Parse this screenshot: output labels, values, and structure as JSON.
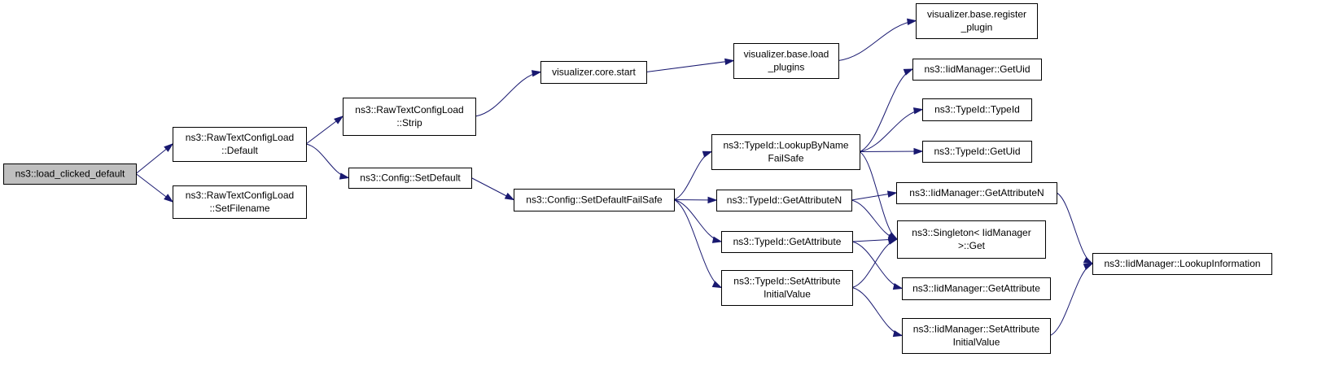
{
  "diagram": {
    "type": "call-graph",
    "nodes": [
      {
        "id": "load_clicked_default",
        "lines": [
          "ns3::load_clicked_default"
        ],
        "highlight": true
      },
      {
        "id": "rtcl_default",
        "lines": [
          "ns3::RawTextConfigLoad",
          "::Default"
        ]
      },
      {
        "id": "rtcl_setfilename",
        "lines": [
          "ns3::RawTextConfigLoad",
          "::SetFilename"
        ]
      },
      {
        "id": "rtcl_strip",
        "lines": [
          "ns3::RawTextConfigLoad",
          "::Strip"
        ]
      },
      {
        "id": "config_setdefault",
        "lines": [
          "ns3::Config::SetDefault"
        ]
      },
      {
        "id": "vis_core_start",
        "lines": [
          "visualizer.core.start"
        ]
      },
      {
        "id": "vis_load_plugins",
        "lines": [
          "visualizer.base.load",
          "_plugins"
        ]
      },
      {
        "id": "vis_register_plugin",
        "lines": [
          "visualizer.base.register",
          "_plugin"
        ]
      },
      {
        "id": "config_setdefaultfailsafe",
        "lines": [
          "ns3::Config::SetDefaultFailSafe"
        ]
      },
      {
        "id": "typeid_lookupbyname",
        "lines": [
          "ns3::TypeId::LookupByName",
          "FailSafe"
        ]
      },
      {
        "id": "typeid_getattributen",
        "lines": [
          "ns3::TypeId::GetAttributeN"
        ]
      },
      {
        "id": "typeid_getattribute",
        "lines": [
          "ns3::TypeId::GetAttribute"
        ]
      },
      {
        "id": "typeid_setattrinit",
        "lines": [
          "ns3::TypeId::SetAttribute",
          "InitialValue"
        ]
      },
      {
        "id": "iid_getuid",
        "lines": [
          "ns3::IidManager::GetUid"
        ]
      },
      {
        "id": "typeid_typeid",
        "lines": [
          "ns3::TypeId::TypeId"
        ]
      },
      {
        "id": "typeid_getuid",
        "lines": [
          "ns3::TypeId::GetUid"
        ]
      },
      {
        "id": "iid_getattributen",
        "lines": [
          "ns3::IidManager::GetAttributeN"
        ]
      },
      {
        "id": "singleton_get",
        "lines": [
          "ns3::Singleton< IidManager",
          ">::Get"
        ]
      },
      {
        "id": "iid_getattribute",
        "lines": [
          "ns3::IidManager::GetAttribute"
        ]
      },
      {
        "id": "iid_setattrinit",
        "lines": [
          "ns3::IidManager::SetAttribute",
          "InitialValue"
        ]
      },
      {
        "id": "iid_lookupinfo",
        "lines": [
          "ns3::IidManager::LookupInformation"
        ]
      }
    ],
    "edges": [
      {
        "from": "load_clicked_default",
        "to": "rtcl_default"
      },
      {
        "from": "load_clicked_default",
        "to": "rtcl_setfilename"
      },
      {
        "from": "rtcl_default",
        "to": "rtcl_strip"
      },
      {
        "from": "rtcl_default",
        "to": "config_setdefault"
      },
      {
        "from": "rtcl_strip",
        "to": "vis_core_start"
      },
      {
        "from": "vis_core_start",
        "to": "vis_load_plugins"
      },
      {
        "from": "vis_load_plugins",
        "to": "vis_register_plugin"
      },
      {
        "from": "config_setdefault",
        "to": "config_setdefaultfailsafe"
      },
      {
        "from": "config_setdefaultfailsafe",
        "to": "typeid_lookupbyname"
      },
      {
        "from": "config_setdefaultfailsafe",
        "to": "typeid_getattributen"
      },
      {
        "from": "config_setdefaultfailsafe",
        "to": "typeid_getattribute"
      },
      {
        "from": "config_setdefaultfailsafe",
        "to": "typeid_setattrinit"
      },
      {
        "from": "typeid_lookupbyname",
        "to": "iid_getuid"
      },
      {
        "from": "typeid_lookupbyname",
        "to": "typeid_typeid"
      },
      {
        "from": "typeid_lookupbyname",
        "to": "typeid_getuid"
      },
      {
        "from": "typeid_lookupbyname",
        "to": "singleton_get"
      },
      {
        "from": "typeid_getattributen",
        "to": "iid_getattributen"
      },
      {
        "from": "typeid_getattributen",
        "to": "singleton_get"
      },
      {
        "from": "typeid_getattribute",
        "to": "singleton_get"
      },
      {
        "from": "typeid_getattribute",
        "to": "iid_getattribute"
      },
      {
        "from": "typeid_setattrinit",
        "to": "singleton_get"
      },
      {
        "from": "typeid_setattrinit",
        "to": "iid_setattrinit"
      },
      {
        "from": "iid_getattributen",
        "to": "iid_lookupinfo"
      },
      {
        "from": "iid_setattrinit",
        "to": "iid_lookupinfo"
      }
    ]
  }
}
